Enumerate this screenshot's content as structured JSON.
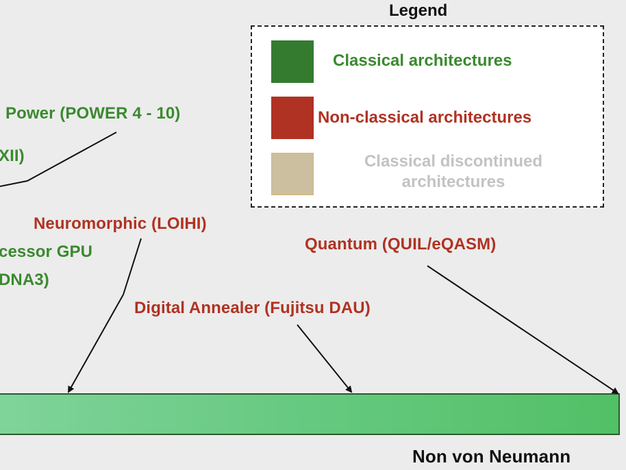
{
  "legend": {
    "title": "Legend",
    "items": [
      {
        "label": "Classical architectures",
        "color": "#347b2f"
      },
      {
        "label": "Non-classical architectures",
        "color": "#b03222"
      },
      {
        "label": "Classical discontinued architectures",
        "line1": "Classical discontinued",
        "line2": "architectures",
        "color": "#cbbf9f"
      }
    ]
  },
  "labels": {
    "power": "Power (POWER 4 - 10)",
    "xii_fragment": "XII)",
    "processor_gpu_fragment": "cessor GPU",
    "dna3_fragment": "DNA3)",
    "neuromorphic": "Neuromorphic (LOIHI)",
    "quantum": "Quantum (QUIL/eQASM)",
    "digital_annealer": "Digital Annealer (Fujitsu DAU)",
    "non_von_neumann": "Non von Neumann"
  },
  "colors": {
    "classical_text": "#3a8a2e",
    "non_classical_text": "#b03222",
    "discontinued_text": "#c3c3c3",
    "bar_gradient_start": "#7fd49a",
    "bar_gradient_end": "#52c066"
  }
}
